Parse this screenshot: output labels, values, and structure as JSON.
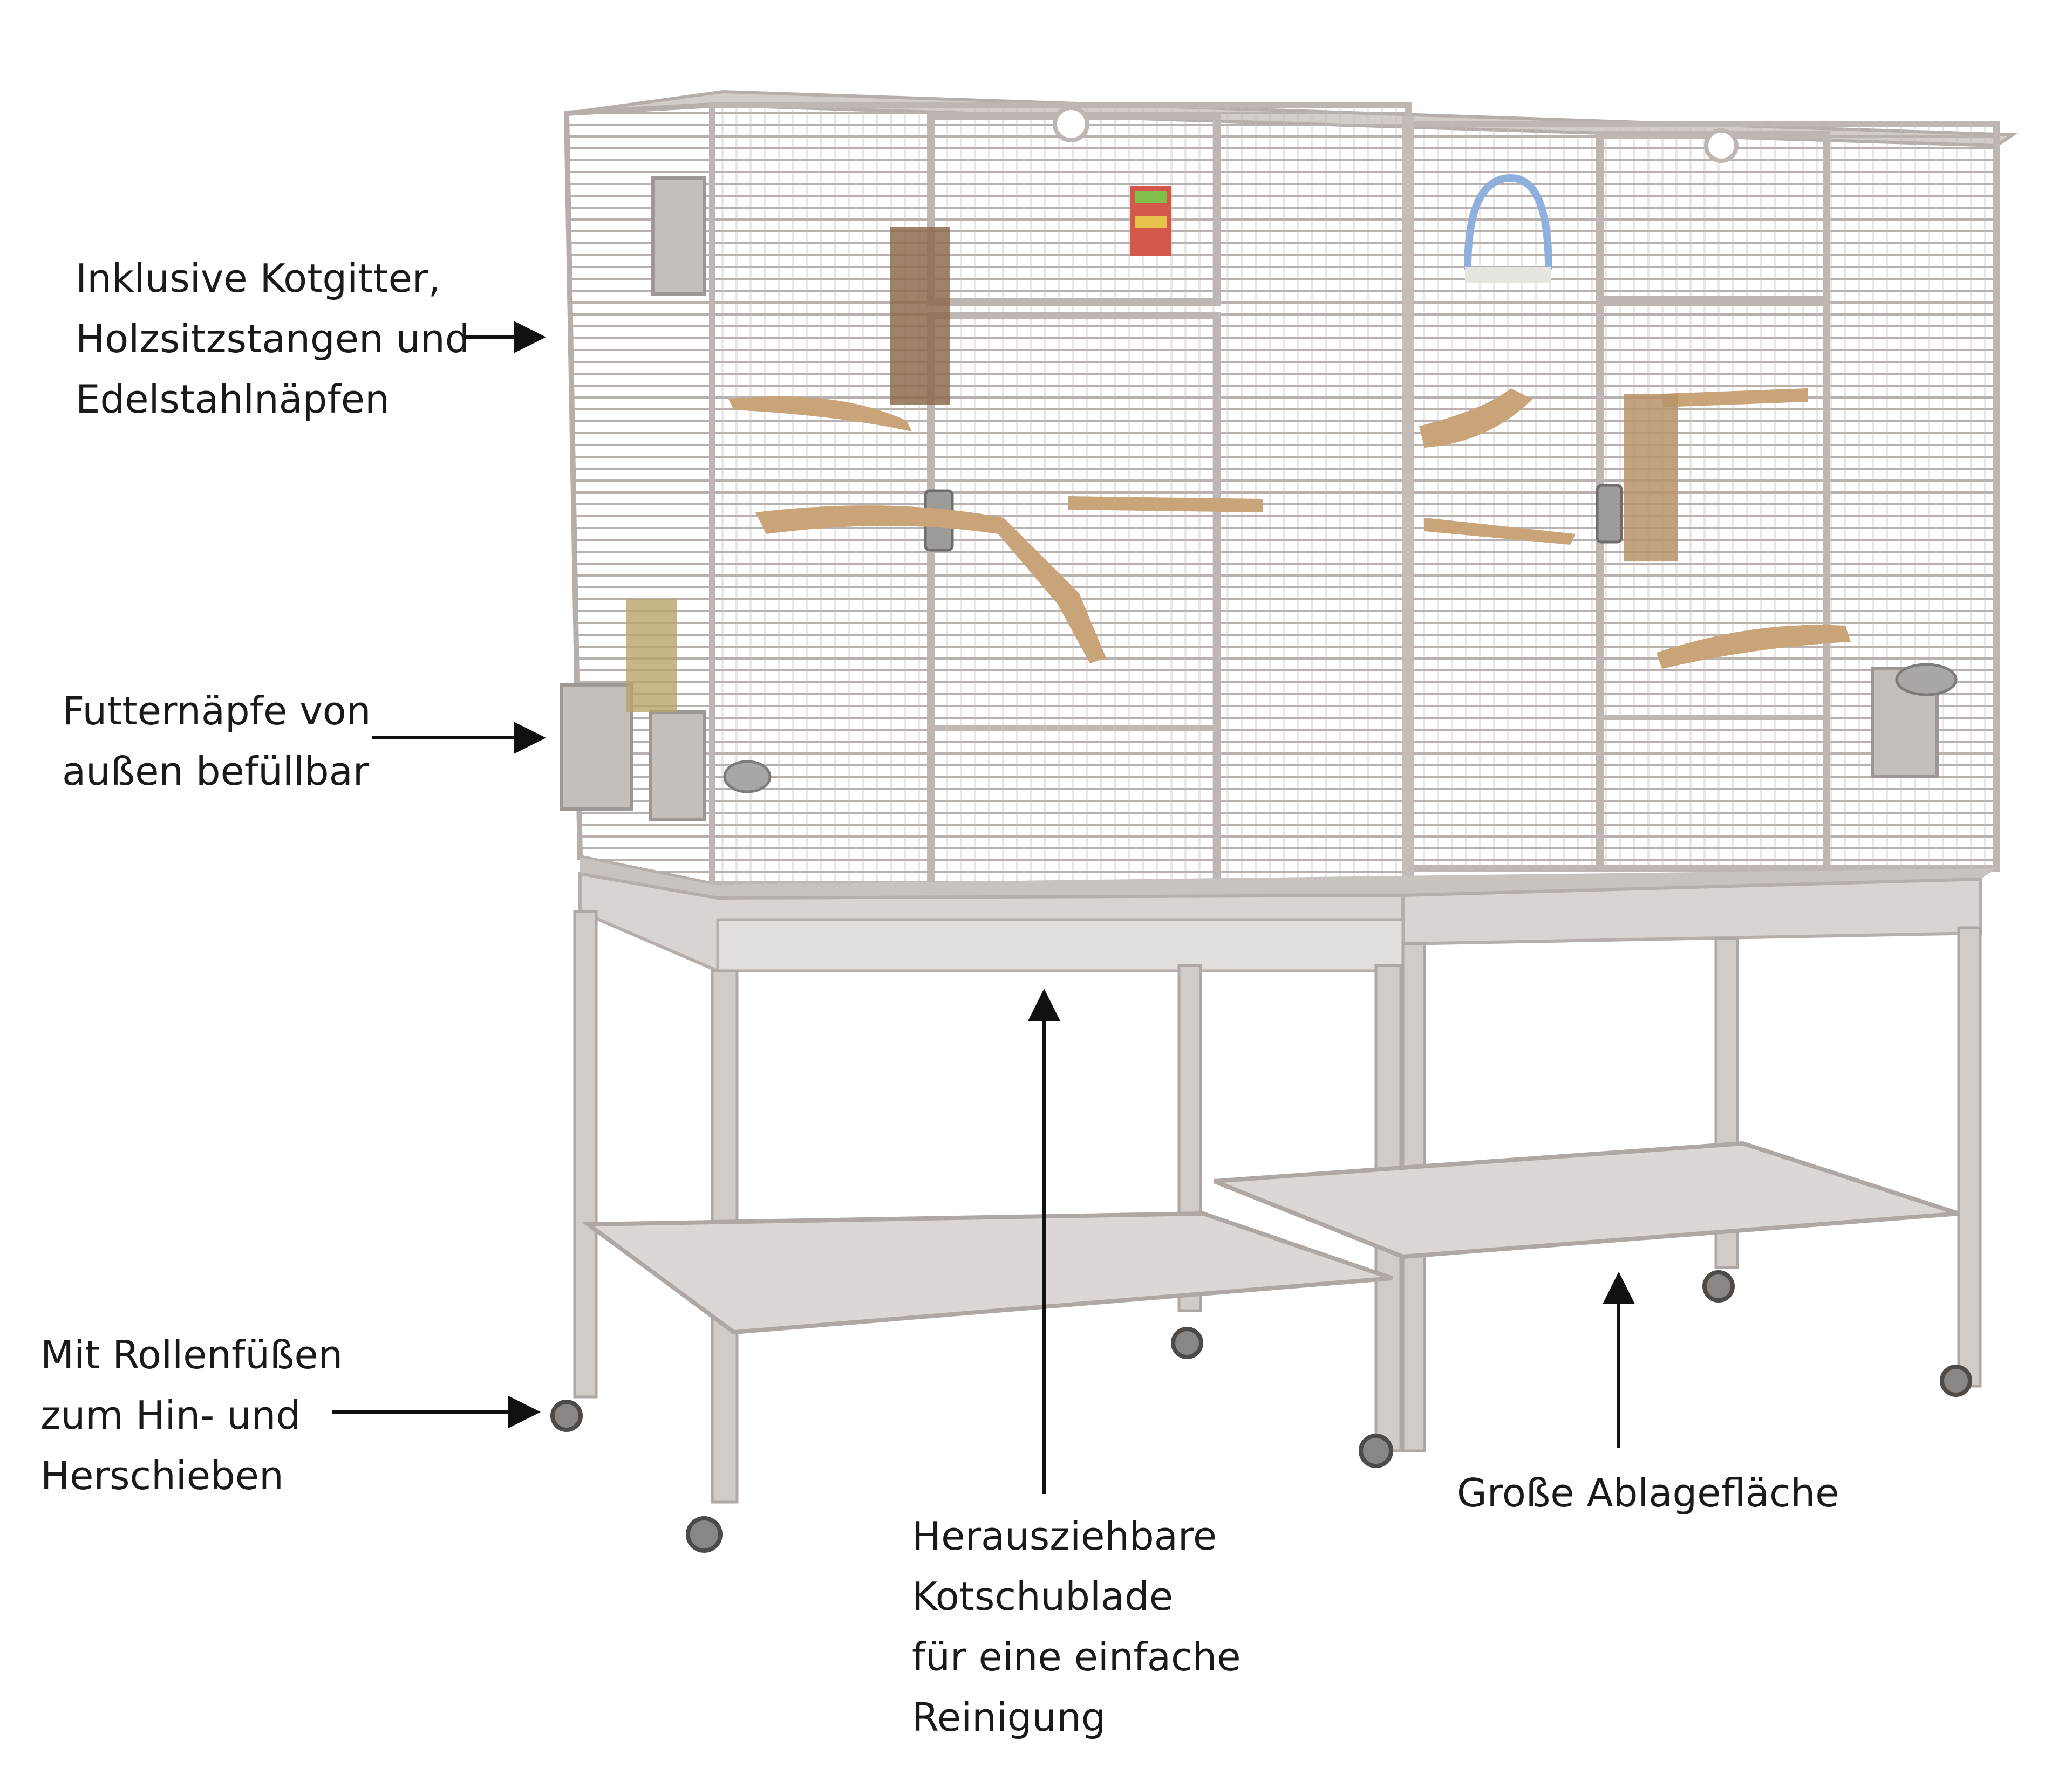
{
  "image_alt": "Doppel-Vogelkäfig auf Unterstand mit Beschriftungen",
  "colors": {
    "cage_frame": "#cfc9c6",
    "cage_shadow": "#b5aeab",
    "shelf": "#d6d1ce",
    "wood": "#c8a478",
    "text": "#1a1a1a",
    "arrow": "#111111"
  },
  "annotations": {
    "top": {
      "lines": [
        "Inklusive Kotgitter,",
        "Holzsitzstangen und",
        "Edelstahlnäpfen"
      ]
    },
    "food": {
      "lines": [
        "Futternäpfe von",
        "außen befüllbar"
      ]
    },
    "wheels": {
      "lines": [
        "Mit Rollenfüßen",
        "zum Hin- und",
        "Herschieben"
      ]
    },
    "drawer": {
      "lines": [
        "Herausziehbare",
        "Kotschublade",
        "für eine einfache",
        "Reinigung"
      ]
    },
    "shelf": {
      "lines": [
        "Große Ablagefläche"
      ]
    }
  }
}
